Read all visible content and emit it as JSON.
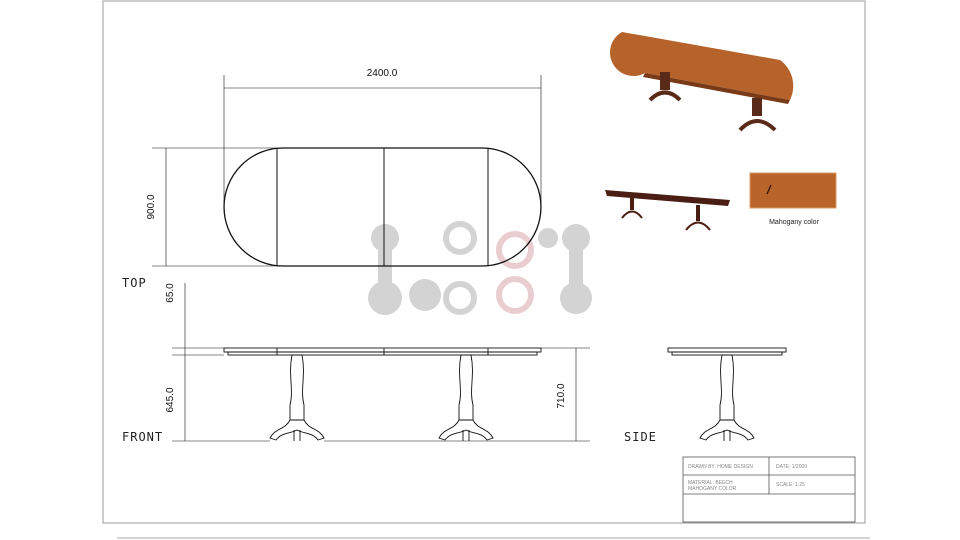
{
  "dimensions": {
    "length": "2400.0",
    "width": "900.0",
    "top_thickness": "65.0",
    "leg_height": "645.0",
    "total_height": "710.0"
  },
  "views": {
    "top": "TOP",
    "front": "FRONT",
    "side": "SIDE"
  },
  "swatch": {
    "caption": "Mahogany color",
    "color": "#b8642a"
  },
  "title_block": {
    "drawn_by": "DRAWN BY: HOME DESIGN",
    "date": "DATE: 1/2009",
    "material_line1": "MATERIAL: BEECH",
    "material_line2": "MAHOGANY COLOR",
    "scale": "SCALE: 1:25"
  },
  "colors": {
    "wood": "#b5632a",
    "dark_wood": "#5a2a18",
    "watermark": "#c8c8c8"
  }
}
